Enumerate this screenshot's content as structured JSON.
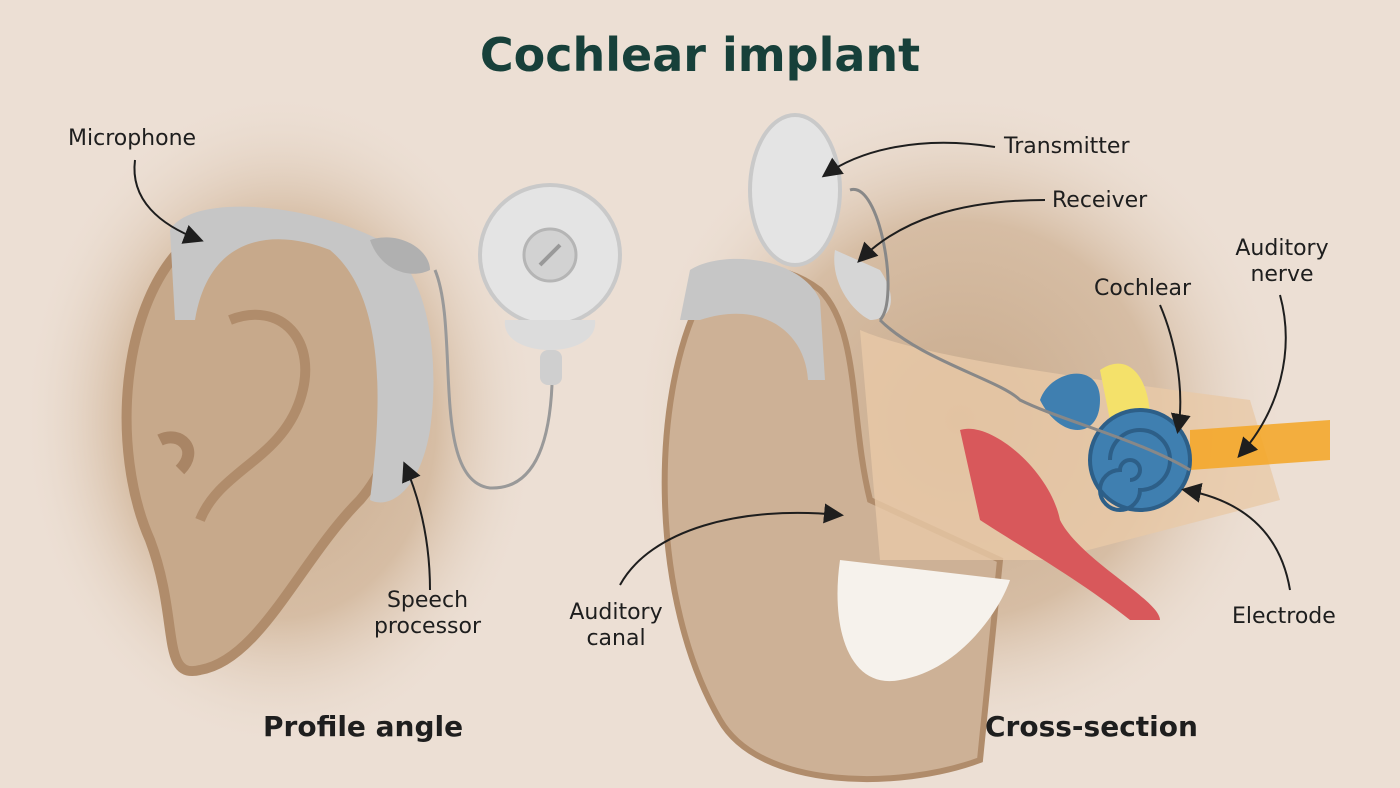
{
  "title": "Cochlear implant",
  "views": {
    "profile": "Profile angle",
    "cross_section": "Cross-section"
  },
  "labels": {
    "microphone": "Microphone",
    "speech_processor_1": "Speech",
    "speech_processor_2": "processor",
    "transmitter": "Transmitter",
    "receiver": "Receiver",
    "auditory_nerve_1": "Auditory",
    "auditory_nerve_2": "nerve",
    "cochlear": "Cochlear",
    "auditory_canal_1": "Auditory",
    "auditory_canal_2": "canal",
    "electrode": "Electrode"
  },
  "colors": {
    "background": "#ecdfd4",
    "title": "#17403a",
    "skin": "#d9c0a6",
    "device": "#c8c8c8",
    "cochlea": "#3f7fb0",
    "nerve": "#f5a623"
  }
}
